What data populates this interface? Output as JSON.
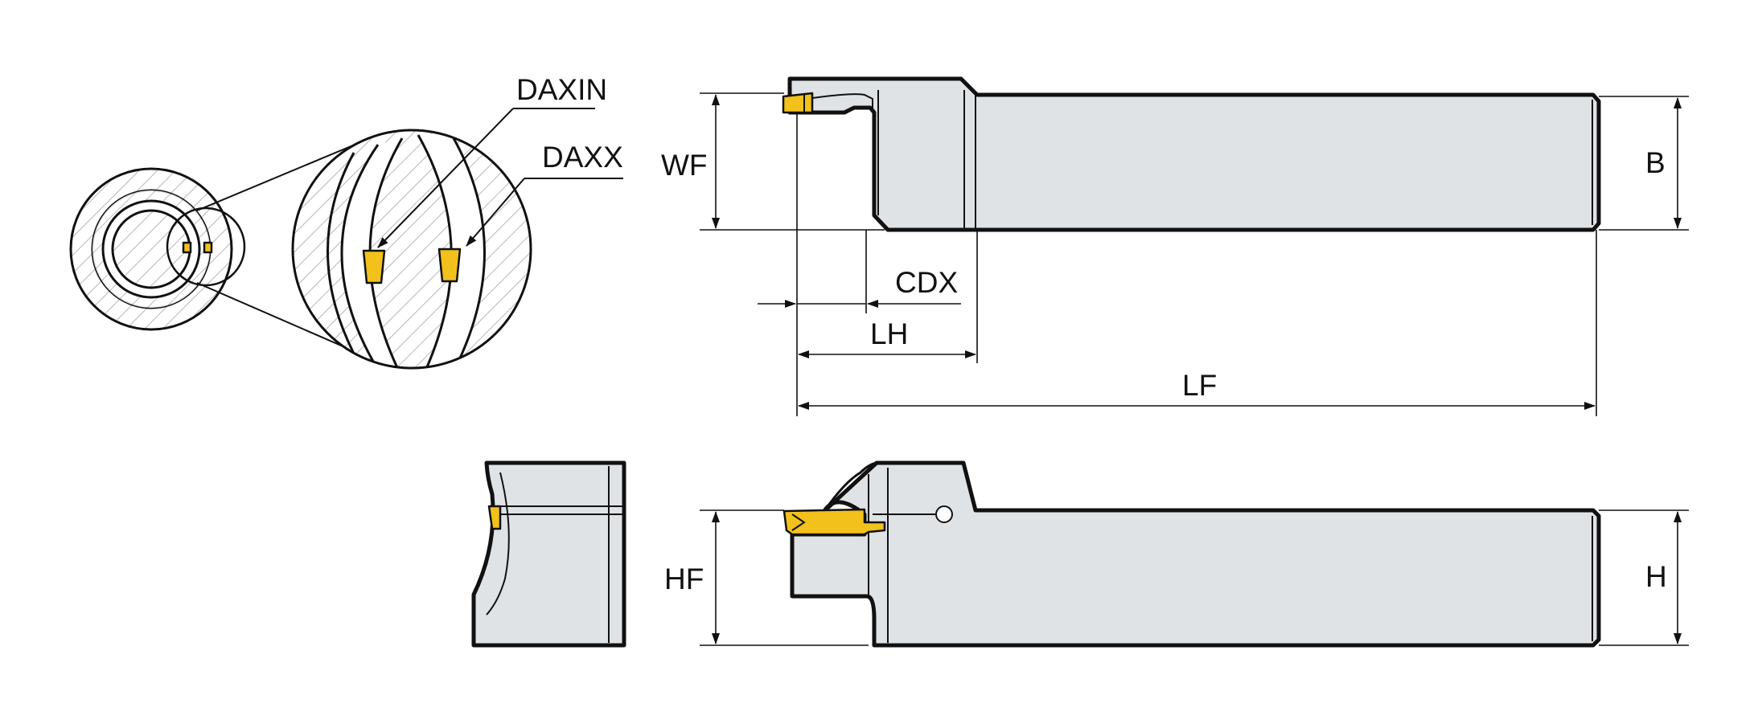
{
  "labels": {
    "daxin": "DAXIN",
    "daxx": "DAXX",
    "wf": "WF",
    "b": "B",
    "cdx": "CDX",
    "lh": "LH",
    "lf": "LF",
    "hf": "HF",
    "h": "H"
  },
  "colors": {
    "body": "#dfe3e6",
    "insert": "#f2c11c",
    "line": "#111111",
    "hatch": "#9a9a9a"
  }
}
